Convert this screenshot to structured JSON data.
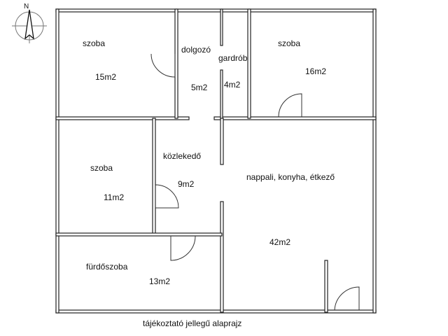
{
  "compass": {
    "north_label": "N"
  },
  "rooms": [
    {
      "name": "szoba",
      "area": "15m2"
    },
    {
      "name": "dolgozó",
      "area": "5m2"
    },
    {
      "name": "gardrób",
      "area": "4m2"
    },
    {
      "name": "szoba",
      "area": "16m2"
    },
    {
      "name": "szoba",
      "area": "11m2"
    },
    {
      "name": "közlekedő",
      "area": "9m2"
    },
    {
      "name": "nappali, konyha, étkező",
      "area": "42m2"
    },
    {
      "name": "fürdőszoba",
      "area": "13m2"
    }
  ],
  "caption": "tájékoztató jellegű alaprajz"
}
